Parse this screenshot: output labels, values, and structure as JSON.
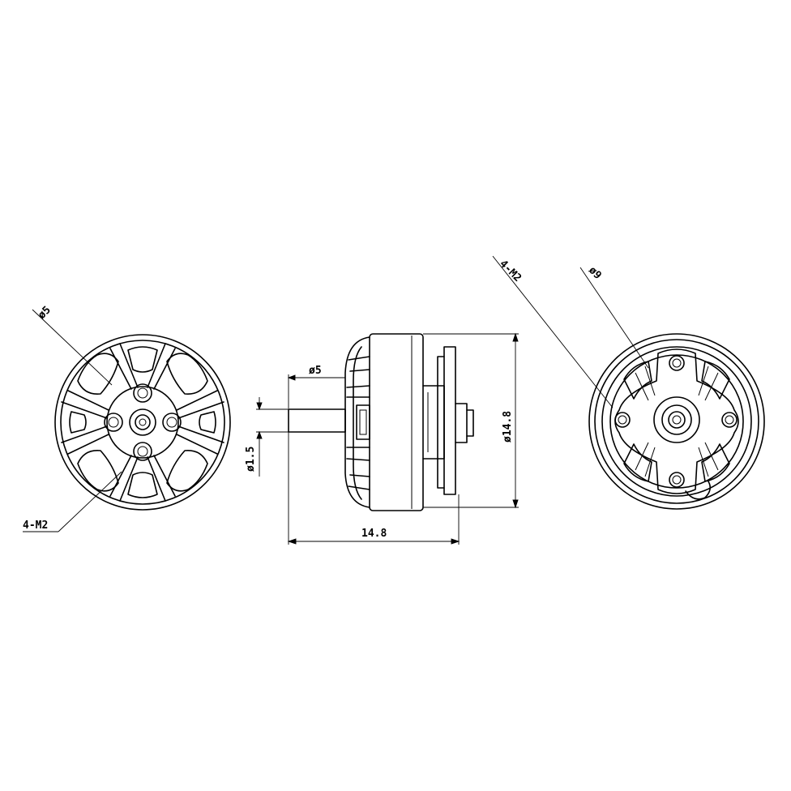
{
  "front_view": {
    "dia_label": "ø5",
    "screw_label": "4-M2"
  },
  "side_view": {
    "shaft_dia_label": "ø5",
    "shaft_small_label": "ø1.5",
    "body_dia_label": "ø14.8",
    "length_label": "14.8"
  },
  "rear_view": {
    "screw_label": "4-M2",
    "dia_label": "ø9"
  }
}
